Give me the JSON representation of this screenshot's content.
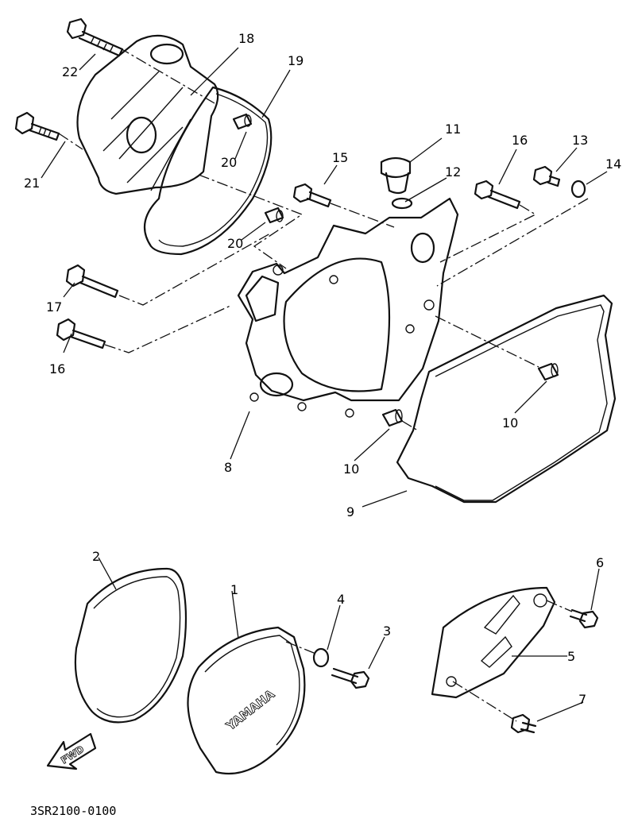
{
  "callouts": {
    "c1": "1",
    "c2": "2",
    "c3": "3",
    "c4": "4",
    "c5": "5",
    "c6": "6",
    "c7": "7",
    "c8": "8",
    "c9": "9",
    "c10a": "10",
    "c10b": "10",
    "c11": "11",
    "c12": "12",
    "c13": "13",
    "c14": "14",
    "c15": "15",
    "c16a": "16",
    "c16b": "16",
    "c17": "17",
    "c18": "18",
    "c19": "19",
    "c20a": "20",
    "c20b": "20",
    "c21": "21",
    "c22": "22"
  },
  "cover_emboss": "YAMAHA",
  "fwd_arrow": "FWD",
  "drawing_code": "3SR2100-0100"
}
